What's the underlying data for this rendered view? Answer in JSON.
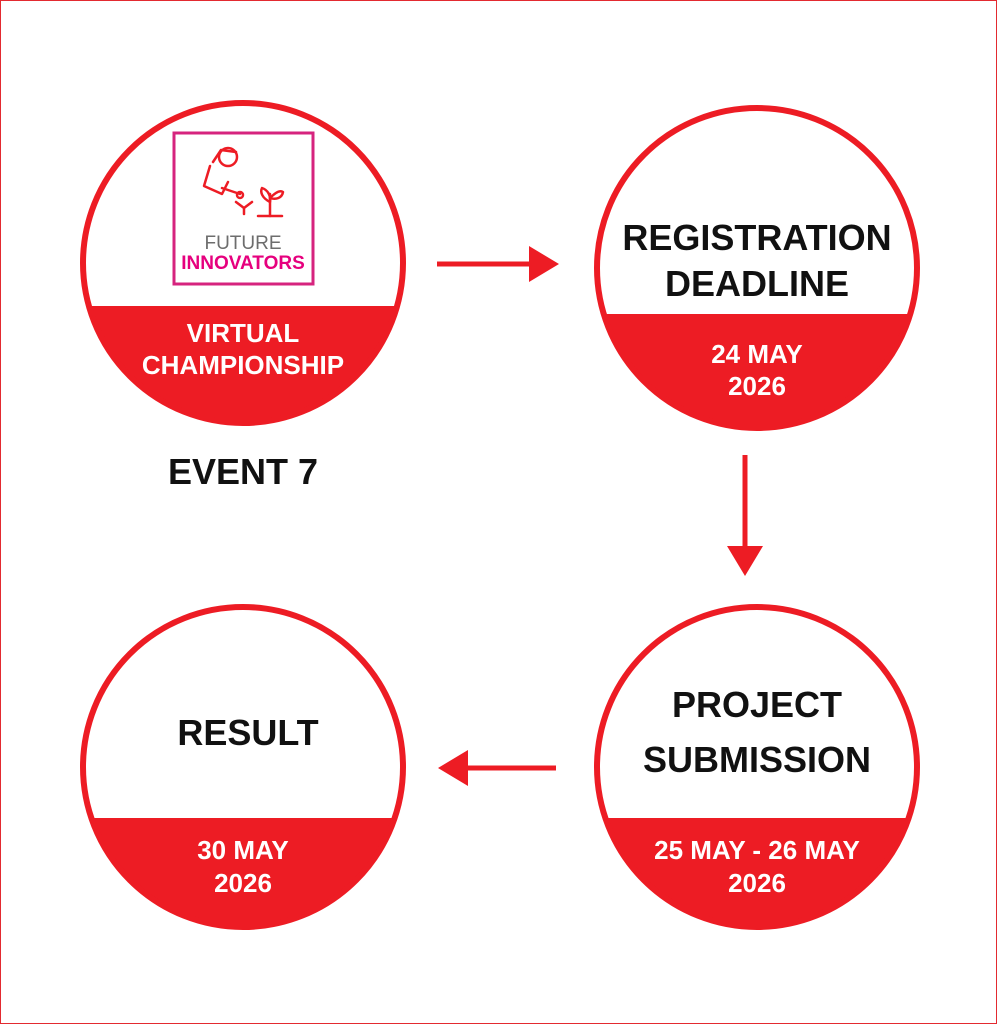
{
  "colors": {
    "accent": "#ed1c24",
    "text": "#111111",
    "white": "#ffffff",
    "logo_border": "#d6247e",
    "logo_text_gray": "#6d6d6d",
    "logo_pink": "#e6007e"
  },
  "logo": {
    "line1": "FUTURE",
    "line2": "INNOVATORS"
  },
  "event": {
    "label": "EVENT 7"
  },
  "steps": [
    {
      "title": [],
      "subtitle": [
        "VIRTUAL",
        "CHAMPIONSHIP"
      ]
    },
    {
      "title": [
        "REGISTRATION",
        "DEADLINE"
      ],
      "subtitle": [
        "24 MAY",
        "2026"
      ]
    },
    {
      "title": [
        "PROJECT",
        "SUBMISSION"
      ],
      "subtitle": [
        "25 MAY - 26 MAY",
        "2026"
      ]
    },
    {
      "title": [
        "RESULT"
      ],
      "subtitle": [
        "30 MAY",
        "2026"
      ]
    }
  ]
}
